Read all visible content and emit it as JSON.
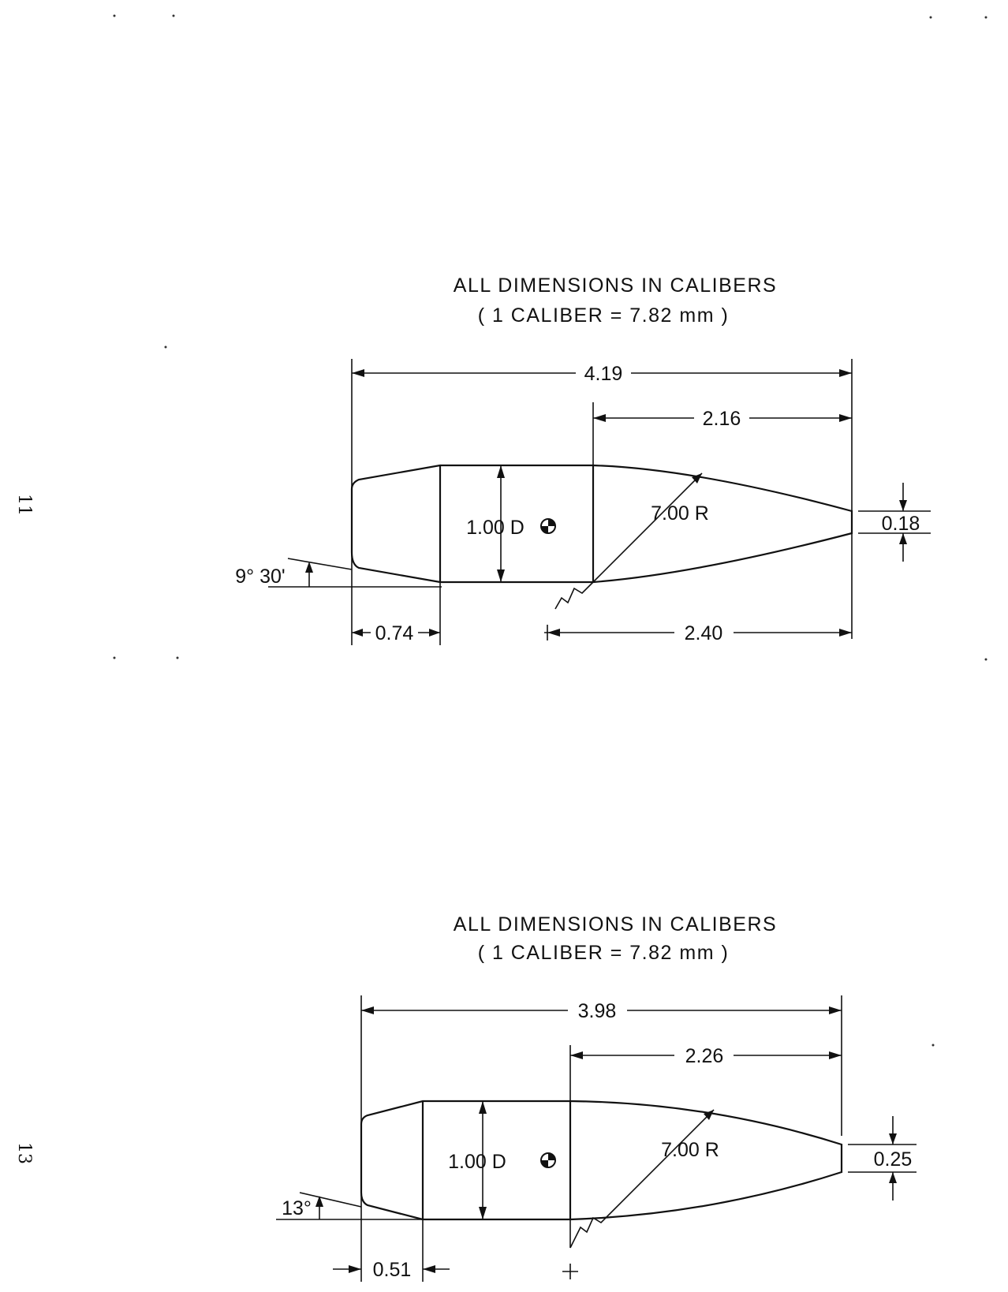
{
  "page_numbers": [
    "11",
    "13"
  ],
  "figures": [
    {
      "title": "ALL DIMENSIONS IN CALIBERS",
      "subtitle": "( 1 CALIBER = 7.82 mm )",
      "overall_length": "4.19",
      "nose_length": "2.16",
      "body_diameter": "1.00 D",
      "ogive_radius": "7.00 R",
      "meplat_diameter": "0.18",
      "boattail_angle": "9° 30'",
      "boattail_length": "0.74",
      "radius_center_offset": "2.40"
    },
    {
      "title": "ALL DIMENSIONS IN CALIBERS",
      "subtitle": "( 1 CALIBER = 7.82 mm )",
      "overall_length": "3.98",
      "nose_length": "2.26",
      "body_diameter": "1.00 D",
      "ogive_radius": "7.00 R",
      "meplat_diameter": "0.25",
      "boattail_angle": "13°",
      "boattail_length": "0.51"
    }
  ]
}
